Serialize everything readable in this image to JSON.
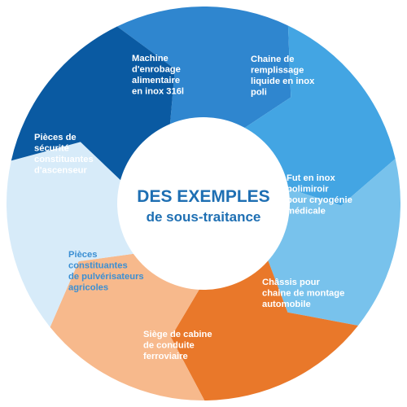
{
  "center": {
    "title": "DES EXEMPLES",
    "subtitle": "de sous-traitance"
  },
  "segments": [
    {
      "id": "machine-enrobage",
      "lines": [
        "Machine",
        "d'enrobage",
        "alimentaire",
        "en inox 316l"
      ],
      "color": "#2f86cf",
      "text_color": "#ffffff"
    },
    {
      "id": "chaine-remplissage",
      "lines": [
        "Chaine de",
        "remplissage",
        "liquide en inox",
        "poli"
      ],
      "color": "#43a5e3",
      "text_color": "#ffffff"
    },
    {
      "id": "fut-inox",
      "lines": [
        "Fut en inox",
        "polimiroir",
        "pour cryogénie",
        "médicale"
      ],
      "color": "#78c2ec",
      "text_color": "#ffffff"
    },
    {
      "id": "chassis",
      "lines": [
        "Châssis pour",
        "chaine de montage",
        "automobile"
      ],
      "color": "#e9782a",
      "text_color": "#ffffff"
    },
    {
      "id": "siege-cabine",
      "lines": [
        "Siège de cabine",
        "de conduite",
        "ferroviaire"
      ],
      "color": "#f7b98c",
      "text_color": "#ffffff"
    },
    {
      "id": "pulverisateurs",
      "lines": [
        "Pièces",
        "constituantes",
        "de pulvérisateurs",
        "agricoles"
      ],
      "color": "#d7ebf9",
      "text_color": "#3b8fd3"
    },
    {
      "id": "ascenseur",
      "lines": [
        "Pièces de",
        "sécurité",
        "constituantes",
        "d'ascenseur"
      ],
      "color": "#0a5aa2",
      "text_color": "#ffffff"
    }
  ]
}
